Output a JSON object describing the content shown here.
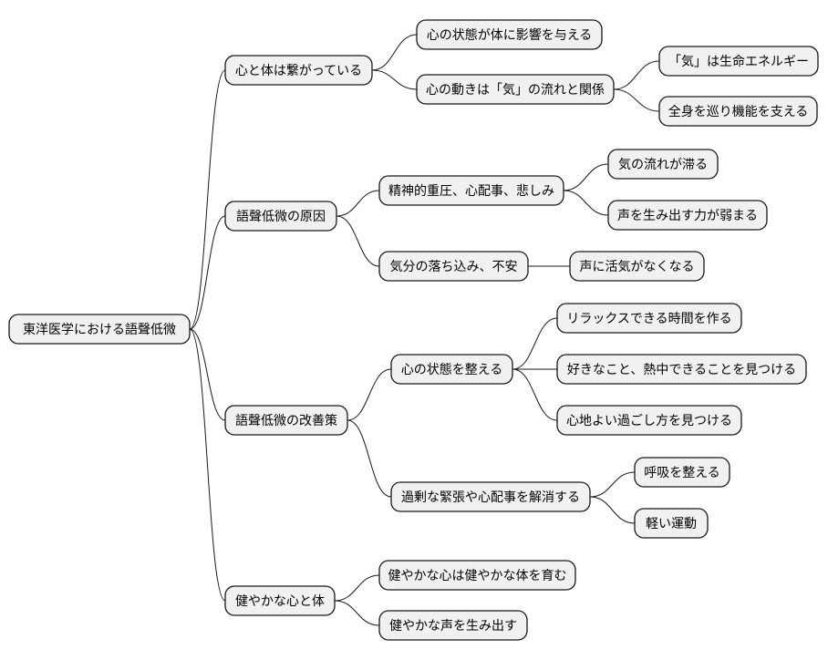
{
  "root": {
    "label": "東洋医学における語聲低微",
    "children": [
      {
        "label": "心と体は繋がっている",
        "children": [
          {
            "label": "心の状態が体に影響を与える",
            "children": []
          },
          {
            "label": "心の動きは「気」の流れと関係",
            "children": [
              {
                "label": "「気」は生命エネルギー",
                "children": []
              },
              {
                "label": "全身を巡り機能を支える",
                "children": []
              }
            ]
          }
        ]
      },
      {
        "label": "語聲低微の原因",
        "children": [
          {
            "label": "精神的重圧、心配事、悲しみ",
            "children": [
              {
                "label": "気の流れが滞る",
                "children": []
              },
              {
                "label": "声を生み出す力が弱まる",
                "children": []
              }
            ]
          },
          {
            "label": "気分の落ち込み、不安",
            "children": [
              {
                "label": "声に活気がなくなる",
                "children": []
              }
            ]
          }
        ]
      },
      {
        "label": "語聲低微の改善策",
        "children": [
          {
            "label": "心の状態を整える",
            "children": [
              {
                "label": "リラックスできる時間を作る",
                "children": []
              },
              {
                "label": "好きなこと、熱中できることを見つける",
                "children": []
              },
              {
                "label": "心地よい過ごし方を見つける",
                "children": []
              }
            ]
          },
          {
            "label": "過剰な緊張や心配事を解消する",
            "children": [
              {
                "label": "呼吸を整える",
                "children": []
              },
              {
                "label": "軽い運動",
                "children": []
              }
            ]
          }
        ]
      },
      {
        "label": "健やかな心と体",
        "children": [
          {
            "label": "健やかな心は健やかな体を育む",
            "children": []
          },
          {
            "label": "健やかな声を生み出す",
            "children": []
          }
        ]
      }
    ]
  }
}
